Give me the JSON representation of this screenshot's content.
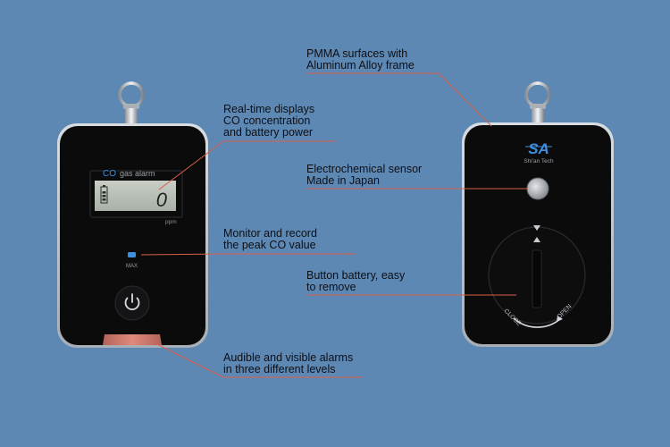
{
  "front_device": {
    "display_brand": "CO",
    "display_title": "gas alarm",
    "reading": "0",
    "unit": "ppm",
    "max_label": "MAX"
  },
  "back_device": {
    "logo": "SA",
    "brand": "Shi'an Tech",
    "close_label": "CLOSE",
    "open_label": "OPEN"
  },
  "callouts": {
    "realtime": {
      "line1": "Real-time displays",
      "line2": "CO concentration",
      "line3": "and battery power"
    },
    "peak": {
      "line1": "Monitor and record",
      "line2": "the peak CO value"
    },
    "alarms": {
      "line1": "Audible and visible alarms",
      "line2": "in three different levels"
    },
    "pmma": {
      "line1": "PMMA surfaces with",
      "line2": "Aluminum Alloy frame"
    },
    "sensor": {
      "line1": "Electrochemical sensor",
      "line2": "Made in Japan"
    },
    "battery": {
      "line1": "Button battery, easy",
      "line2": "to remove"
    }
  },
  "colors": {
    "background": "#5e88b4",
    "leader_line": "#d9604a",
    "accent_blue": "#3d8fe0"
  },
  "icons": [
    "power-icon",
    "battery-icon",
    "keyring-icon",
    "sensor-grille-icon",
    "arrow-up-icon",
    "arrow-down-icon"
  ]
}
